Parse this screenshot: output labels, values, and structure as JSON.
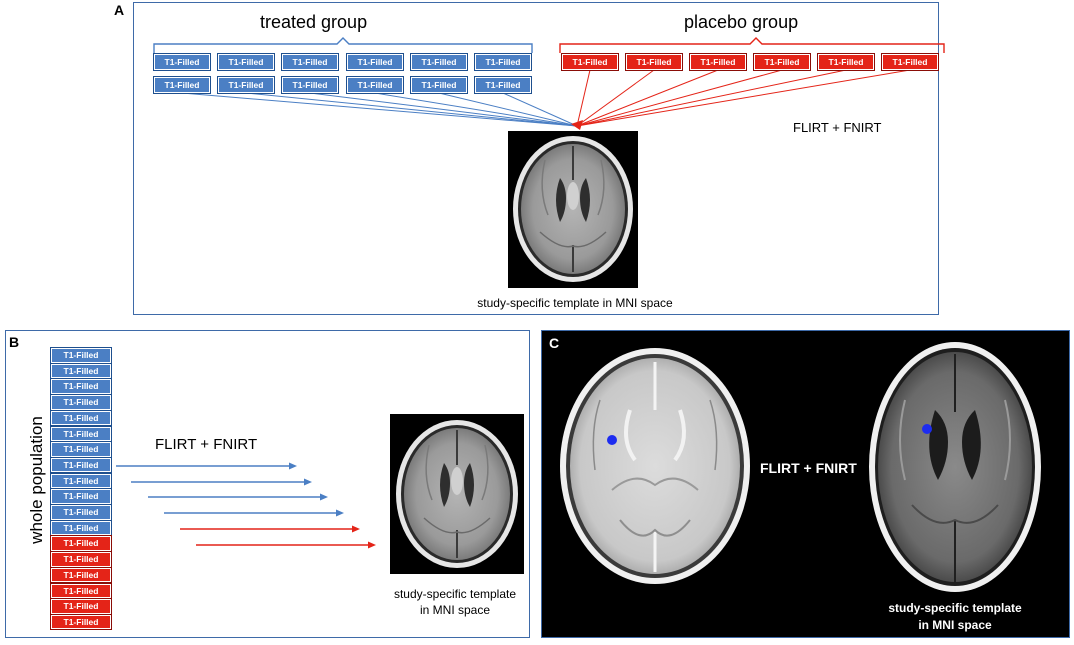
{
  "panels": {
    "a": {
      "label": "A",
      "treated_title": "treated group",
      "placebo_title": "placebo group",
      "box_label": "T1-Filled",
      "method": "FLIRT + FNIRT",
      "caption": "study-specific template in MNI space"
    },
    "b": {
      "label": "B",
      "population": "whole population",
      "box_label": "T1-Filled",
      "method": "FLIRT + FNIRT",
      "caption_line1": "study-specific template",
      "caption_line2": "in MNI space"
    },
    "c": {
      "label": "C",
      "method": "FLIRT + FNIRT",
      "caption_line1": "study-specific template",
      "caption_line2": "in MNI space"
    }
  },
  "colors": {
    "treated": "#4b7fc4",
    "placebo": "#e42418",
    "border": "#3e6aa8",
    "lesion": "#1d2cf0"
  }
}
